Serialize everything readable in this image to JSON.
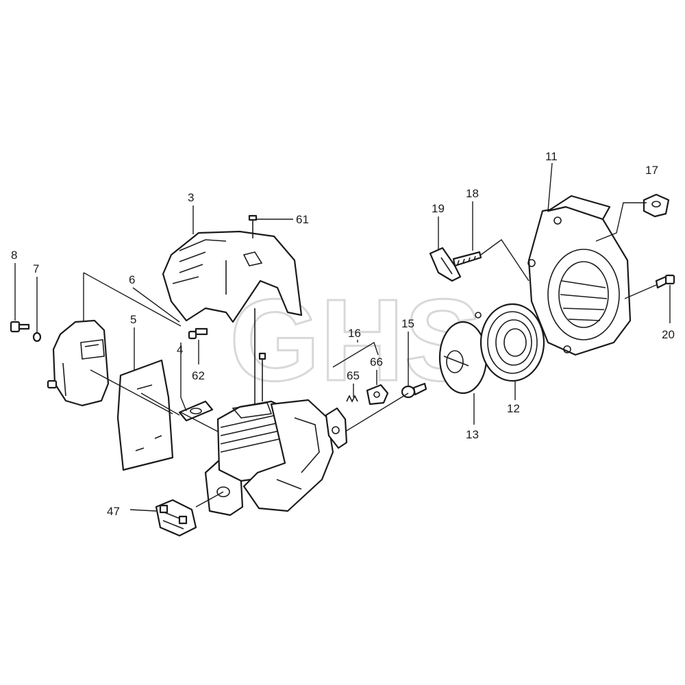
{
  "watermark": "GHS",
  "callouts": {
    "p3": "3",
    "p4": "4",
    "p5": "5",
    "p6": "6",
    "p7": "7",
    "p8": "8",
    "p11": "11",
    "p12": "12",
    "p13": "13",
    "p15": "15",
    "p16": "16",
    "p17": "17",
    "p18": "18",
    "p19": "19",
    "p20": "20",
    "p47": "47",
    "p61": "61",
    "p62": "62",
    "p65": "65",
    "p66": "66"
  },
  "colors": {
    "line": "#1a1a1a",
    "watermark": "#d8d8d8",
    "background": "#ffffff"
  }
}
